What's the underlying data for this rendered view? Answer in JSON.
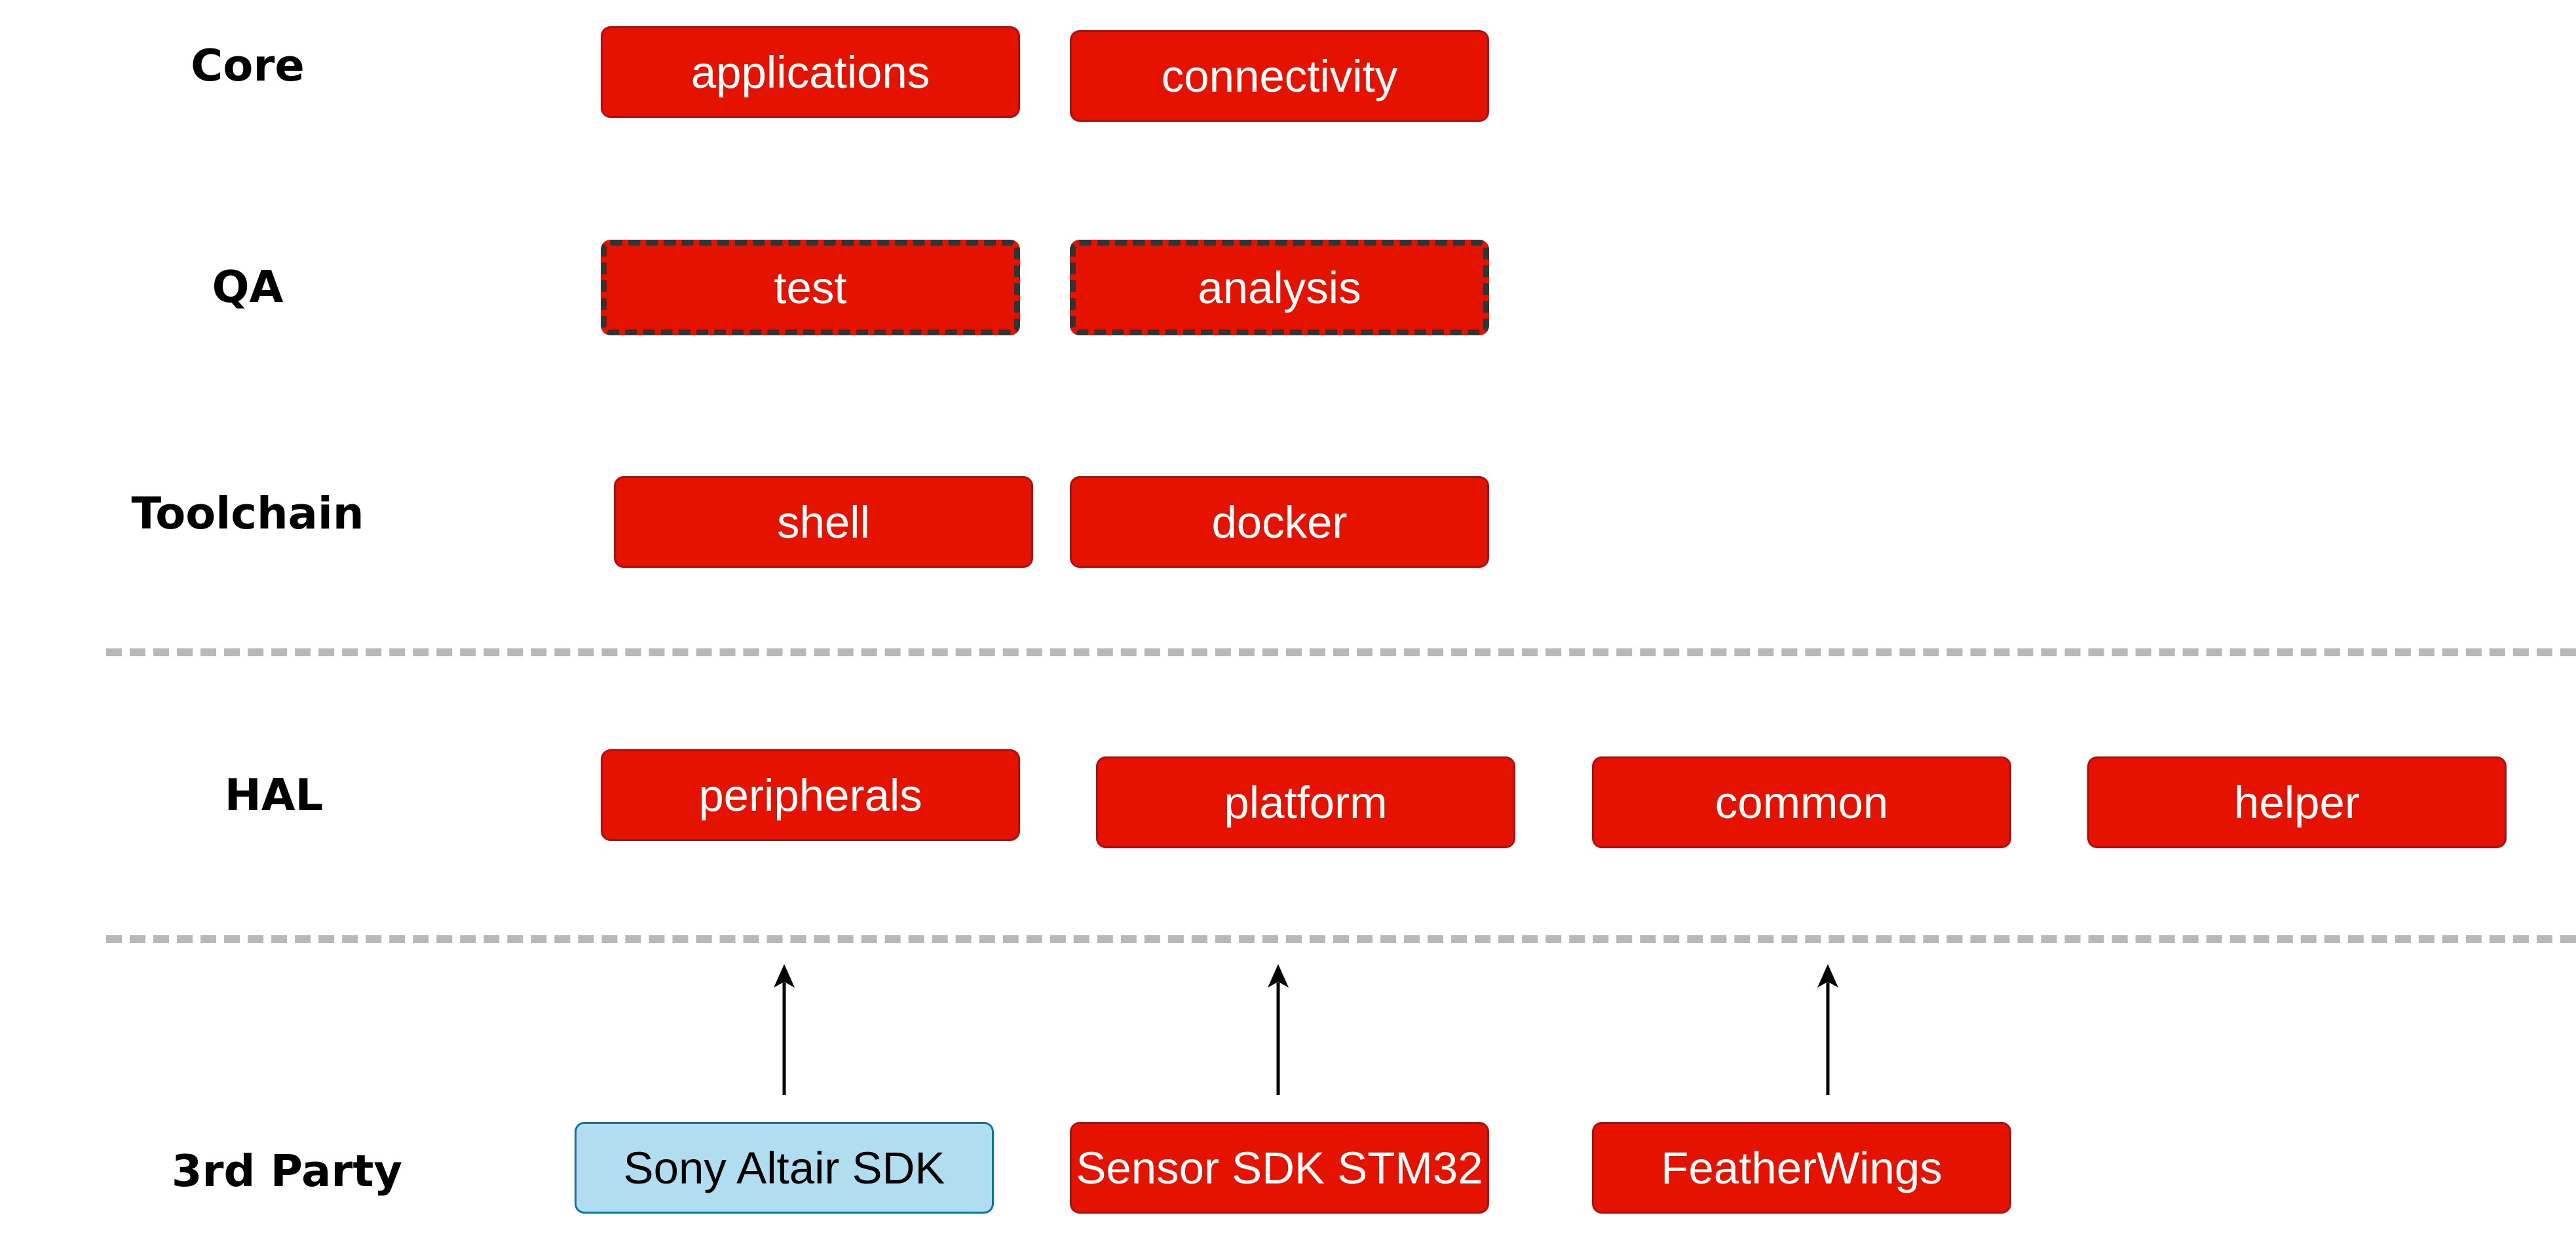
{
  "layers": {
    "core": "Core",
    "qa": "QA",
    "toolchain": "Toolchain",
    "hal": "HAL",
    "third_party": "3rd Party"
  },
  "core": {
    "applications": "applications",
    "connectivity": "connectivity"
  },
  "qa": {
    "test": "test",
    "analysis": "analysis"
  },
  "toolchain": {
    "shell": "shell",
    "docker": "docker"
  },
  "hal": {
    "peripherals": "peripherals",
    "platform": "platform",
    "common": "common",
    "helper": "helper"
  },
  "third_party": {
    "sony_altair": "Sony Altair SDK",
    "sensor_sdk": "Sensor SDK STM32",
    "featherwings": "FeatherWings"
  },
  "colors": {
    "module_fill": "#e61200",
    "module_border": "#b30e0e",
    "external_fill": "#b1ddf0",
    "external_border": "#10739e",
    "separator": "#b8b8b8"
  }
}
